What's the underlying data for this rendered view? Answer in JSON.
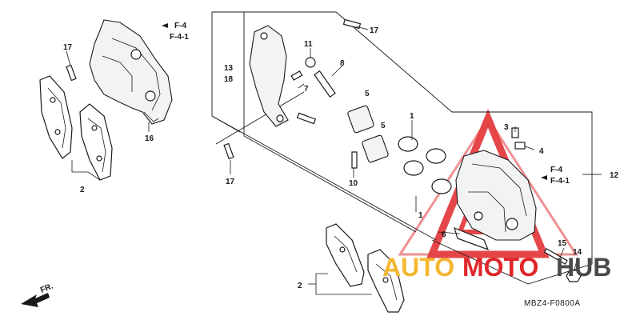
{
  "watermark": {
    "text_auto": "AUTO",
    "text_moto": "MOTO",
    "text_hub": "HUB",
    "triangle_color": "#e0262a",
    "auto_color": "#f5b731",
    "moto_color": "#e0262a",
    "hub_color": "#4a4a4a"
  },
  "code": "MBZ4-F0800A",
  "direction_label": "FR.",
  "refs": {
    "f4_top": "F-4",
    "f41_top": "F-4-1",
    "f4_right": "F-4",
    "f41_right": "F-4-1"
  },
  "callouts": {
    "c17_top": "17",
    "c16": "16",
    "c2_left": "2",
    "c13": "13",
    "c18": "18",
    "c11": "11",
    "c8": "8",
    "c7": "7",
    "c5a": "5",
    "c5b": "5",
    "c1_top": "1",
    "c17_right": "17",
    "c17_bottom": "17",
    "c10": "10",
    "c1_bottom": "1",
    "c6": "6",
    "c3": "3",
    "c4": "4",
    "c12": "12",
    "c15": "15",
    "c14": "14",
    "c2_bottom": "2"
  }
}
